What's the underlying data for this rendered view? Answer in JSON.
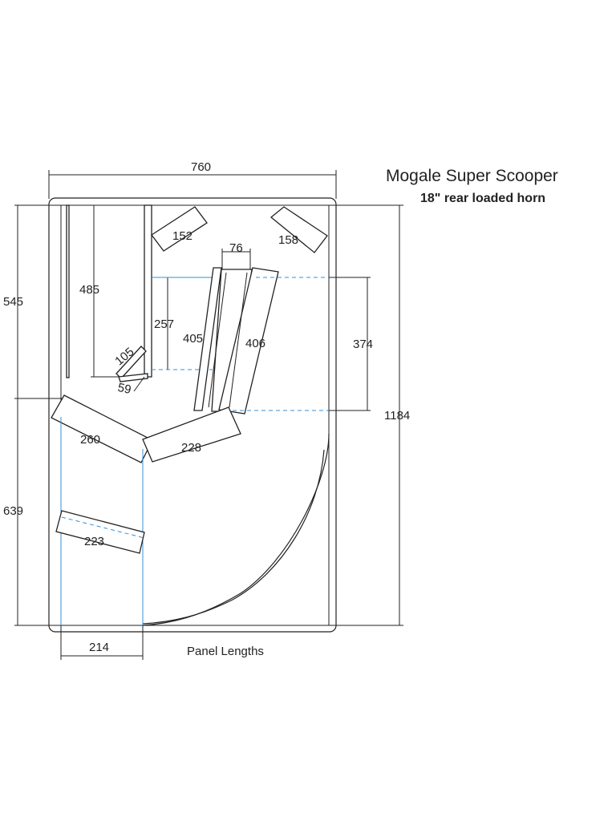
{
  "title": "Mogale Super Scooper",
  "subtitle": "18\" rear loaded horn",
  "caption": "Panel Lengths",
  "dimensions": {
    "overall_width": "760",
    "overall_height": "1184",
    "upper_height": "545",
    "lower_height": "639",
    "top_panel_left": "152",
    "top_panel_right": "158",
    "top_small": "76",
    "left_vertical": "485",
    "mid_vertical": "257",
    "inner_panel_a": "405",
    "inner_panel_b": "406",
    "right_span": "374",
    "small_a": "105",
    "small_b": "59",
    "lower_left_panel": "260",
    "lower_right_panel": "228",
    "bottom_panel": "223",
    "bottom_width": "214"
  }
}
